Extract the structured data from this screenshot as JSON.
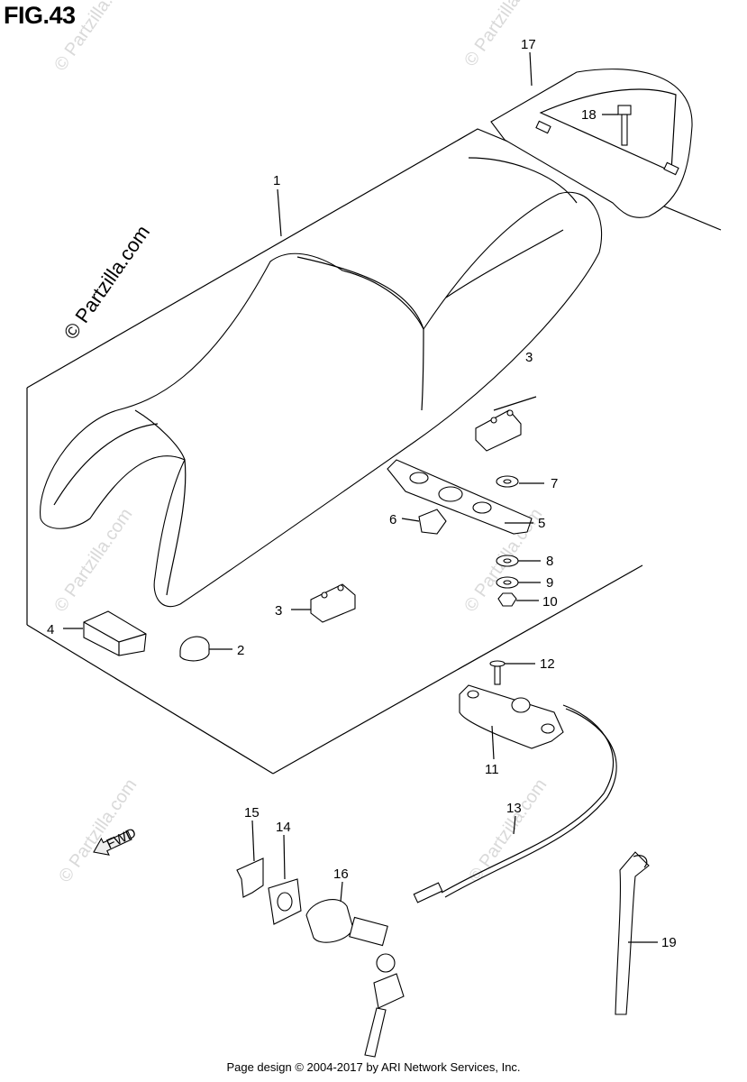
{
  "figure": {
    "title": "FIG.43"
  },
  "watermark": {
    "main": "© Partzilla.com",
    "repeat": "© Partzilla.com"
  },
  "fwd_arrow": {
    "label": "FWD"
  },
  "callouts": [
    {
      "id": "1",
      "label": "1"
    },
    {
      "id": "2",
      "label": "2"
    },
    {
      "id": "3a",
      "label": "3"
    },
    {
      "id": "3b",
      "label": "3"
    },
    {
      "id": "4",
      "label": "4"
    },
    {
      "id": "5",
      "label": "5"
    },
    {
      "id": "6",
      "label": "6"
    },
    {
      "id": "7",
      "label": "7"
    },
    {
      "id": "8",
      "label": "8"
    },
    {
      "id": "9",
      "label": "9"
    },
    {
      "id": "10",
      "label": "10"
    },
    {
      "id": "11",
      "label": "11"
    },
    {
      "id": "12",
      "label": "12"
    },
    {
      "id": "13",
      "label": "13"
    },
    {
      "id": "14",
      "label": "14"
    },
    {
      "id": "15",
      "label": "15"
    },
    {
      "id": "16",
      "label": "16"
    },
    {
      "id": "17",
      "label": "17"
    },
    {
      "id": "18",
      "label": "18"
    },
    {
      "id": "19",
      "label": "19"
    }
  ],
  "footer": {
    "text": "Page design © 2004-2017 by ARI Network Services, Inc."
  }
}
